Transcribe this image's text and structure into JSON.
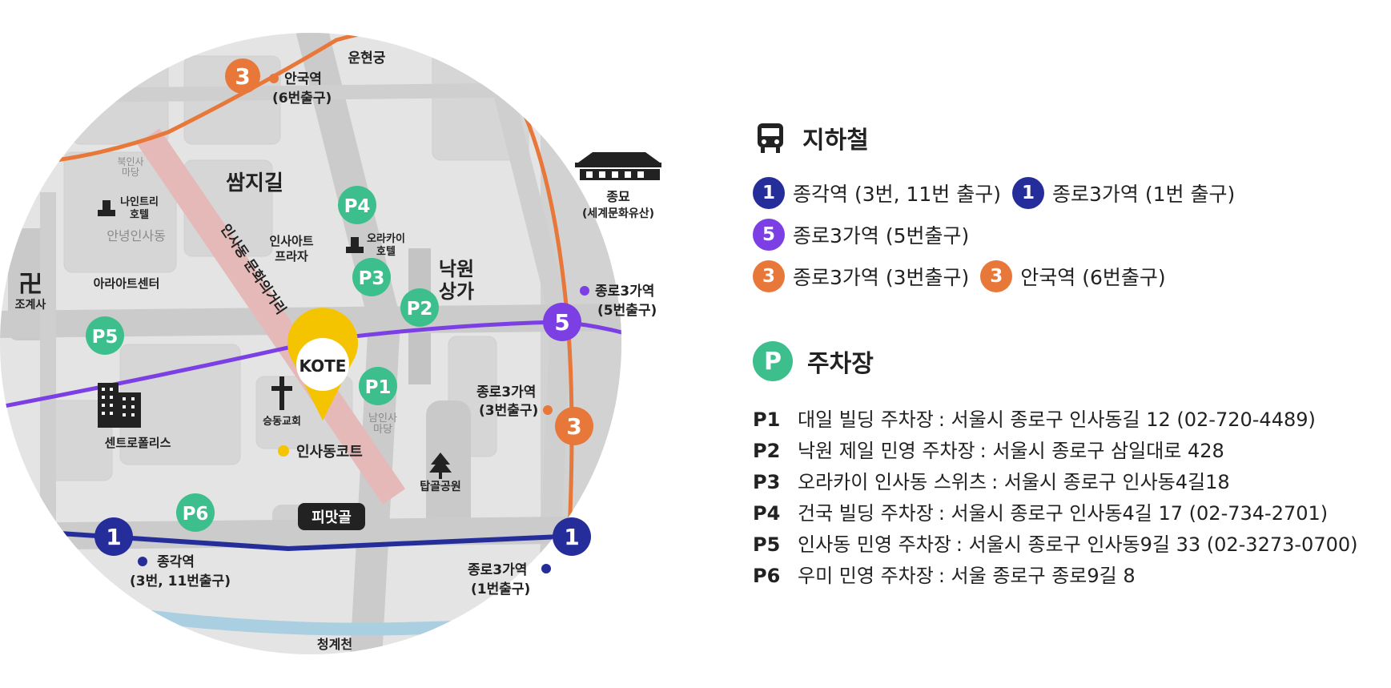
{
  "map": {
    "stations": [
      {
        "line": "3",
        "color": "orange",
        "label": "안국역",
        "exit": "(6번출구)"
      },
      {
        "line": "5",
        "color": "purple",
        "label": "종로3가역",
        "exit": "(5번출구)"
      },
      {
        "line": "3",
        "color": "orange",
        "label": "종로3가역",
        "exit": "(3번출구)"
      },
      {
        "line": "1",
        "color": "blue",
        "label": "종각역",
        "exit": "(3번, 11번출구)"
      },
      {
        "line": "1",
        "color": "blue",
        "label": "종로3가역",
        "exit": "(1번출구)"
      }
    ],
    "line_numbers": {
      "orange": "3",
      "purple": "5",
      "blue": "1"
    },
    "parking_markers": [
      "P1",
      "P2",
      "P3",
      "P4",
      "P5",
      "P6"
    ],
    "places": {
      "unhyeongung": "운현궁",
      "jongmyo": "종묘",
      "jongmyo_note": "(세계문화유산)",
      "ssamziegil": "쌈지길",
      "nakwon_1": "낙원",
      "nakwon_2": "상가",
      "insa_art_1": "인사아트",
      "insa_art_2": "프라자",
      "okura_1": "오라카이",
      "okura_2": "호텔",
      "nine_tree_1": "나인트리",
      "nine_tree_2": "호텔",
      "annyeong": "안녕인사동",
      "bukinsa_1": "북인사",
      "bukinsa_2": "마당",
      "namninsa_1": "남인사",
      "namninsa_2": "마당",
      "ara_art": "아라아트센터",
      "jogyesa": "조계사",
      "jogyesa_symbol": "卍",
      "centro": "센트로폴리스",
      "seungdong": "승동교회",
      "insadong_court": "인사동코트",
      "pimatgol": "피맛골",
      "tapgol": "탑골공원",
      "cheonggye": "청계천",
      "insadong_street": "인사동 문화의거리",
      "kote_logo": "KOTE"
    },
    "colors": {
      "orange": "#e8773a",
      "purple": "#7b3fe4",
      "blue": "#252d9b",
      "green": "#3dbf8d",
      "yellow": "#f5c400"
    }
  },
  "legend": {
    "subway": {
      "icon": "bus-icon",
      "title": "지하철",
      "rows": [
        [
          {
            "num": "1",
            "color": "blue",
            "text": "종각역 (3번, 11번 출구)"
          },
          {
            "num": "1",
            "color": "blue",
            "text": "종로3가역 (1번 출구)"
          }
        ],
        [
          {
            "num": "5",
            "color": "purple",
            "text": "종로3가역 (5번출구)"
          }
        ],
        [
          {
            "num": "3",
            "color": "orange",
            "text": "종로3가역 (3번출구)"
          },
          {
            "num": "3",
            "color": "orange",
            "text": "안국역 (6번출구)"
          }
        ]
      ]
    },
    "parking": {
      "icon_label": "P",
      "title": "주차장",
      "items": [
        {
          "code": "P1",
          "name": "대일 빌딩 주차장",
          "addr": ": 서울시 종로구 인사동길 12 (02-720-4489)"
        },
        {
          "code": "P2",
          "name": "낙원 제일 민영 주차장",
          "addr": ": 서울시 종로구 삼일대로 428"
        },
        {
          "code": "P3",
          "name": "오라카이 인사동 스위츠",
          "addr": ": 서울시 종로구 인사동4길18"
        },
        {
          "code": "P4",
          "name": "건국 빌딩 주차장",
          "addr": ": 서울시 종로구 인사동4길 17 (02-734-2701)"
        },
        {
          "code": "P5",
          "name": "인사동 민영 주차장",
          "addr": ": 서울시 종로구 인사동9길 33 (02-3273-0700)"
        },
        {
          "code": "P6",
          "name": "우미 민영 주차장",
          "addr": ": 서울 종로구 종로9길 8"
        }
      ]
    }
  }
}
